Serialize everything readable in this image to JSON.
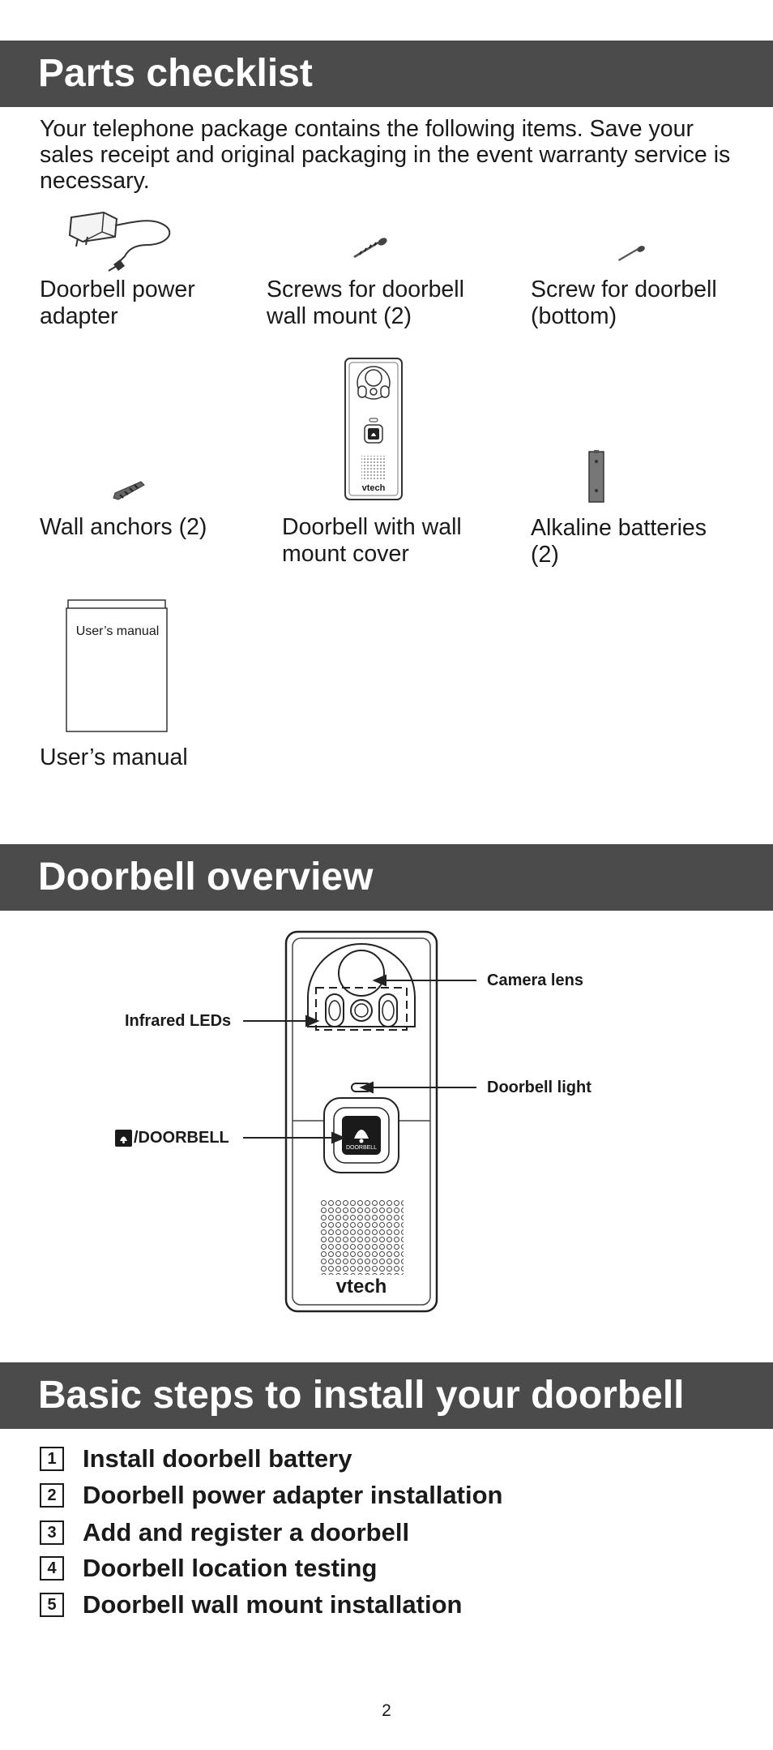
{
  "parts_checklist": {
    "heading": "Parts checklist",
    "intro": "Your telephone package contains the following items. Save your sales receipt and original packaging in the event warranty service is necessary.",
    "items": [
      {
        "label": "Doorbell power adapter"
      },
      {
        "label": "Screws for doorbell wall mount (2)"
      },
      {
        "label": "Screw for doorbell (bottom)"
      },
      {
        "label": "Wall anchors (2)"
      },
      {
        "label": "Doorbell with wall mount cover"
      },
      {
        "label": "Alkaline batteries (2)"
      },
      {
        "label": "User’s manual",
        "cover_text": "User’s manual"
      }
    ],
    "device_brand": "vtech"
  },
  "doorbell_overview": {
    "heading": "Doorbell overview",
    "callouts": {
      "camera_lens": "Camera lens",
      "infrared_leds": "Infrared LEDs",
      "doorbell_light": "Doorbell light",
      "doorbell_button": "/DOORBELL"
    },
    "button_text": "DOORBELL",
    "brand": "vtech"
  },
  "install_steps": {
    "heading": "Basic steps to install your doorbell",
    "steps": [
      {
        "num": "1",
        "text": "Install doorbell battery"
      },
      {
        "num": "2",
        "text": "Doorbell power adapter installation"
      },
      {
        "num": "3",
        "text": "Add and register a doorbell"
      },
      {
        "num": "4",
        "text": "Doorbell location testing"
      },
      {
        "num": "5",
        "text": "Doorbell wall mount installation"
      }
    ]
  },
  "page_number": "2"
}
